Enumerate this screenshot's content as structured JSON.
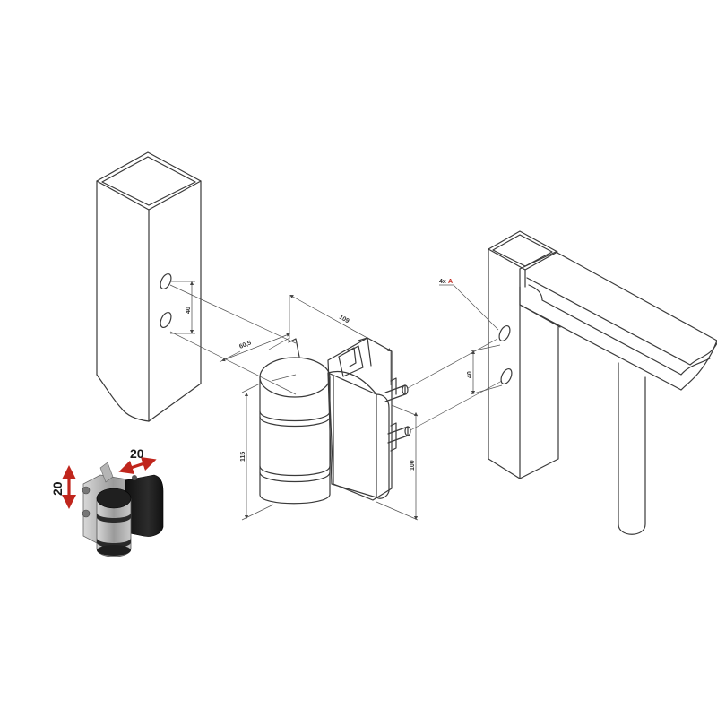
{
  "dimensions": {
    "hole_spacing_left": "40",
    "offset": "60,5",
    "width": "109",
    "hinge_height": "115",
    "bracket_height": "100",
    "hole_spacing_right": "40",
    "hole_callout_prefix": "4x",
    "hole_callout_letter": "A"
  },
  "inset": {
    "vertical_adjust": "20",
    "horizontal_adjust": "20"
  },
  "colors": {
    "line": "#3a3a3a",
    "accent_red": "#c0261d",
    "hinge_dark": "#1e1e1e",
    "metal": "#9a9a9a"
  }
}
